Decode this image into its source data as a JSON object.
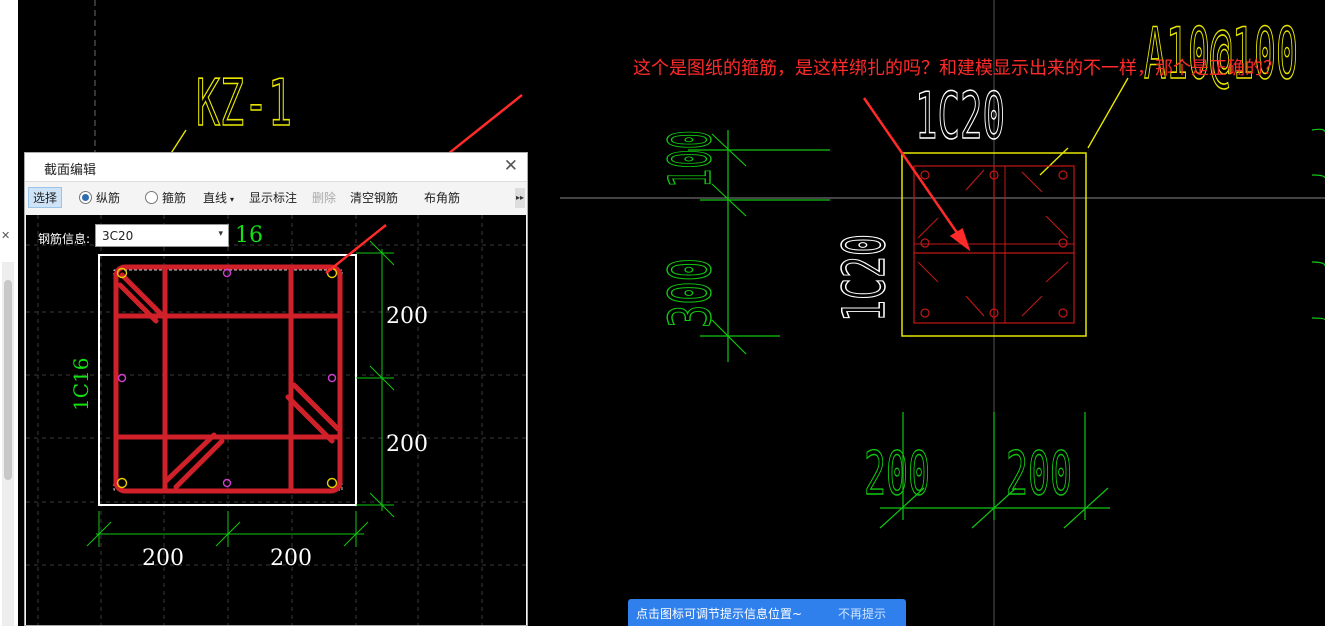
{
  "cad": {
    "column_label": "KZ-1",
    "stirrup_label": "A10@100",
    "top_rebar_label": "1C20",
    "side_rebar_label": "1C20",
    "dim_100": "100",
    "dim_300": "300",
    "dim_bottom": [
      "200",
      "200"
    ],
    "question": "这个是图纸的箍筋，是这样绑扎的吗？和建模显示出来的不一样，那个是正确的？"
  },
  "dialog": {
    "title": "截面编辑",
    "toolbar": {
      "select": "选择",
      "longitudinal": "纵筋",
      "stirrup": "箍筋",
      "line": "直线",
      "show_annotation": "显示标注",
      "delete": "删除",
      "clear_rebar": "清空钢筋",
      "corner_rebar": "布角筋"
    },
    "rebar_info_label": "钢筋信息:",
    "rebar_info_value": "3C20",
    "section": {
      "top_label_partial": "16",
      "side_label": "1C16",
      "dim_right": [
        "200",
        "200"
      ],
      "dim_bottom": [
        "200",
        "200"
      ]
    }
  },
  "tip": {
    "text": "点击图标可调节提示信息位置~",
    "dismiss": "不再提示"
  },
  "colors": {
    "annotation_red": "#ff2a2a",
    "rebar_red": "#d0202a",
    "cad_yellow": "#e6e600",
    "cad_green": "#12c712",
    "tip_blue": "#2f80ed"
  }
}
